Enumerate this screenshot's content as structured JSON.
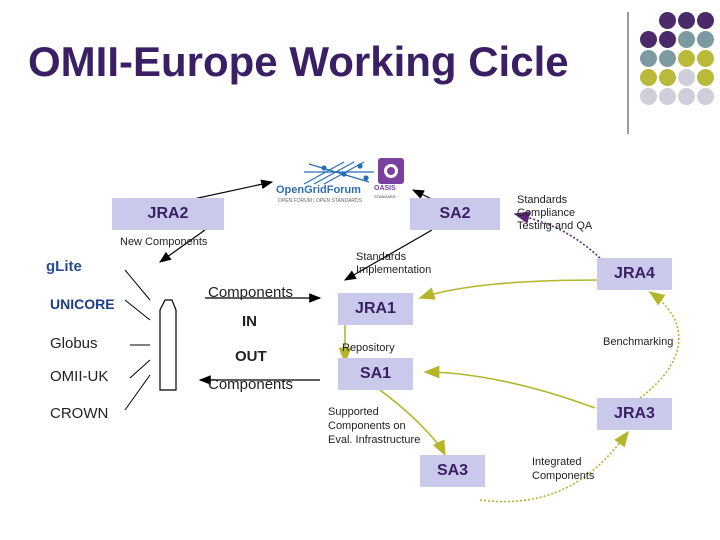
{
  "slide": {
    "title": "OMII-Europe Working Cicle",
    "colors": {
      "title": "#3b1f64",
      "box_fill": "#c9c9ec",
      "arrow_olive": "#b5b52a",
      "arrow_purple": "#5a2a72",
      "arrow_black": "#000000"
    }
  },
  "logos": {
    "opengridforum": {
      "main": "OpenGridForum",
      "sub": "OPEN FORUM | OPEN STANDARDS"
    },
    "oasis": {
      "main": "OASIS",
      "sub": "STANDARD"
    },
    "glite": {
      "main": "gLite"
    },
    "unicore": {
      "main": "UNICORE"
    }
  },
  "diagram": {
    "boxes": {
      "jra2": "JRA2",
      "sa2": "SA2",
      "jra4": "JRA4",
      "jra1": "JRA1",
      "sa1": "SA1",
      "jra3": "JRA3",
      "sa3": "SA3"
    },
    "labels": {
      "new_components": "New Components",
      "standards_compliance": [
        "Standards",
        "Compliance",
        "Testing and QA"
      ],
      "standards_implementation": [
        "Standards",
        "Implementation"
      ],
      "components_in": "Components",
      "in": "IN",
      "out": "OUT",
      "components_out": "Components",
      "repository": "Repository",
      "benchmarking": "Benchmarking",
      "supported": [
        "Supported",
        "Components on",
        "Eval. Infrastructure"
      ],
      "integrated": [
        "Integrated",
        "Components"
      ]
    },
    "middleware": [
      "Globus",
      "OMII-UK",
      "CROWN"
    ]
  }
}
